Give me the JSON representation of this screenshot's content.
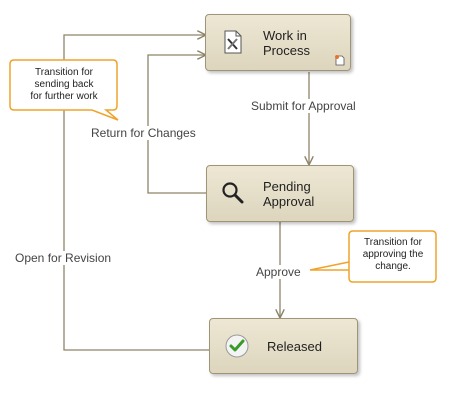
{
  "states": {
    "work_in_process": {
      "label": "Work in\nProcess",
      "icon": "document-tools-icon",
      "badge": "new-document-icon"
    },
    "pending_approval": {
      "label": "Pending\nApproval",
      "icon": "magnifier-icon"
    },
    "released": {
      "label": "Released",
      "icon": "checkmark-icon"
    }
  },
  "transitions": {
    "submit_for_approval": "Submit for Approval",
    "return_for_changes": "Return for Changes",
    "approve": "Approve",
    "open_for_revision": "Open for Revision"
  },
  "callouts": {
    "send_back": "Transition for\nsending back\nfor further work",
    "approving": "Transition for\napproving the\nchange."
  },
  "colors": {
    "connector": "#8f8468",
    "state_fill": "#e6dfc9",
    "state_border": "#9e9478",
    "callout_border": "#f0a32c",
    "check_green": "#3a9a2a"
  }
}
